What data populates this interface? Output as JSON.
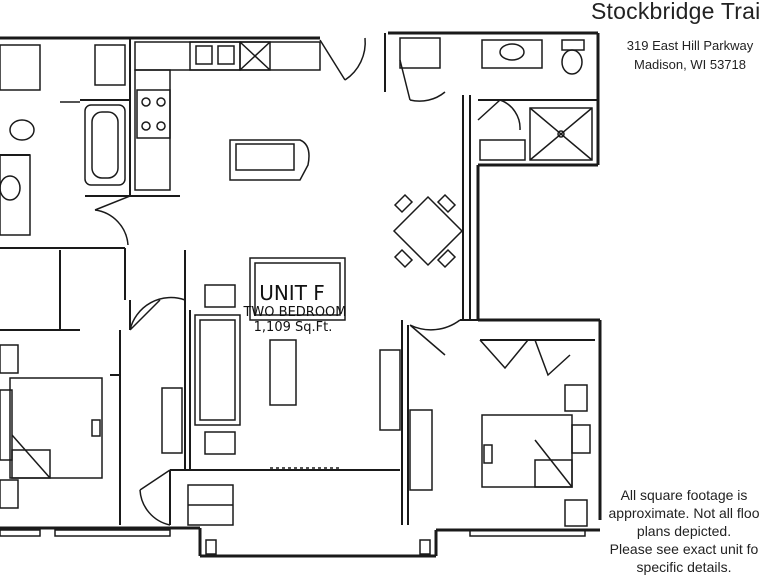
{
  "header": {
    "title": "Stockbridge Trai",
    "address_line1": "319 East Hill Parkway",
    "address_line2": "Madison, WI 53718"
  },
  "unit": {
    "name": "UNIT F",
    "type": "TWO BEDROOM",
    "area": "1,109 Sq.Ft."
  },
  "disclaimer": {
    "line1": "All square footage is",
    "line2": "approximate. Not all floo",
    "line3": "plans depicted.",
    "line4": "Please see exact unit fo",
    "line5": "specific details."
  }
}
